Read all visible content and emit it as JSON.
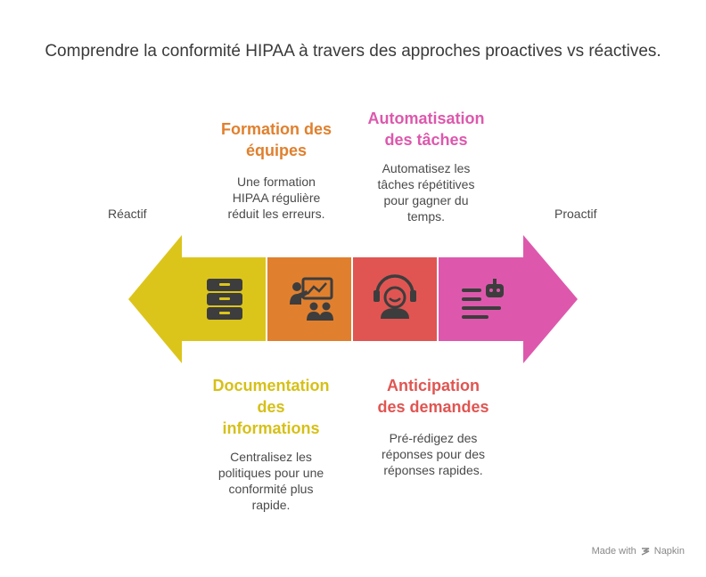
{
  "title": "Comprendre la conformité HIPAA à travers des approches proactives vs réactives.",
  "left_label": "Réactif",
  "right_label": "Proactif",
  "colors": {
    "yellow": "#dcc51a",
    "orange": "#e0802e",
    "red": "#e05552",
    "pink": "#dd58ad",
    "icon": "#3d3d3d"
  },
  "items": [
    {
      "heading_line1": "Documentation",
      "heading_line2": "des",
      "heading_line3": "informations",
      "desc_line1": "Centralisez les",
      "desc_line2": "politiques pour une",
      "desc_line3": "conformité plus",
      "desc_line4": "rapide.",
      "icon": "file-cabinet-icon"
    },
    {
      "heading_line1": "Formation des",
      "heading_line2": "équipes",
      "desc_line1": "Une formation",
      "desc_line2": "HIPAA régulière",
      "desc_line3": "réduit les erreurs.",
      "icon": "presentation-icon"
    },
    {
      "heading_line1": "Anticipation",
      "heading_line2": "des demandes",
      "desc_line1": "Pré-rédigez des",
      "desc_line2": "réponses pour des",
      "desc_line3": "réponses rapides.",
      "icon": "customer-support-icon"
    },
    {
      "heading_line1": "Automatisation",
      "heading_line2": "des tâches",
      "desc_line1": "Automatisez les",
      "desc_line2": "tâches répétitives",
      "desc_line3": "pour gagner du",
      "desc_line4": "temps.",
      "icon": "robot-list-icon"
    }
  ],
  "footer": {
    "made_with": "Made with",
    "brand": "Napkin"
  }
}
